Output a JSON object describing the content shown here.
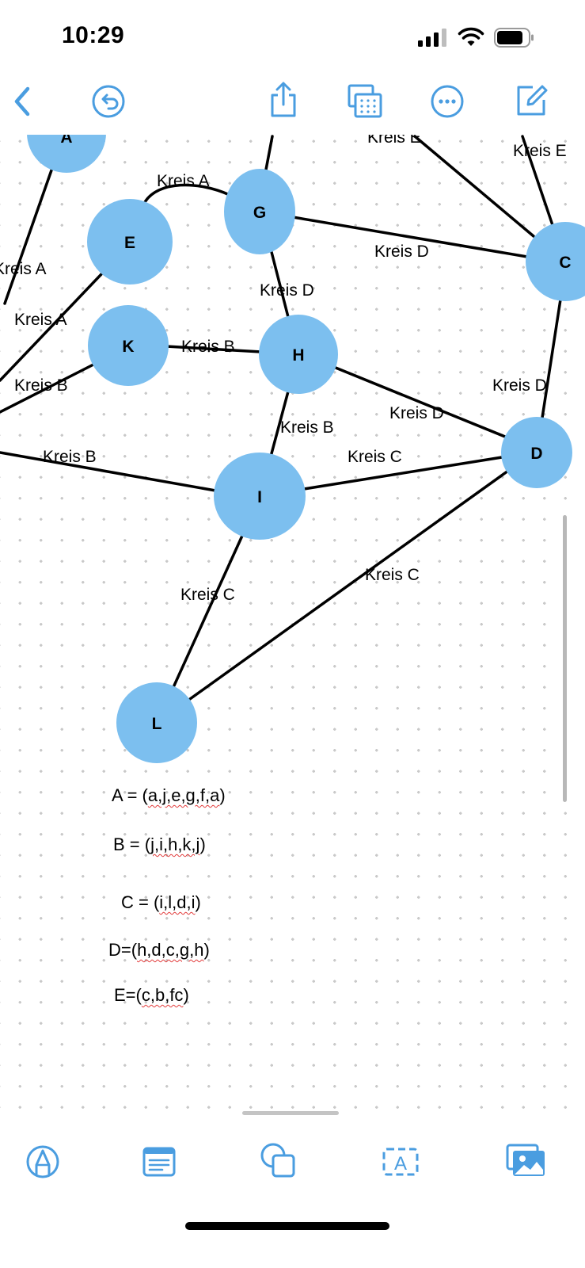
{
  "status_bar": {
    "time": "10:29"
  },
  "toolbar": {
    "icons": [
      "back-chevron-icon",
      "undo-icon",
      "share-icon",
      "grid-overlay-icon",
      "more-icon",
      "compose-icon"
    ]
  },
  "accent_color": "#4a9de0",
  "node_color": "#7cbfef",
  "graph": {
    "nodes": [
      "A",
      "E",
      "G",
      "K",
      "H",
      "C",
      "D",
      "I",
      "L"
    ],
    "edge_labels": [
      "Kreis A",
      "Kreis A",
      "Kreis A",
      "Kreis B",
      "Kreis B",
      "Kreis B",
      "Kreis B",
      "Kreis C",
      "Kreis C",
      "Kreis C",
      "Kreis D",
      "Kreis D",
      "Kreis D",
      "Kreis D",
      "Kreis E",
      "Kreis E"
    ]
  },
  "formulas": {
    "a": {
      "prefix": "A = (",
      "sq": "a,j,e,g,f,a",
      "suffix": ")"
    },
    "b": {
      "prefix": "B = (",
      "sq": "j,i,h,k,j",
      "suffix": ")"
    },
    "c": {
      "prefix": "C = (",
      "sq": "i,l,d,i",
      "suffix": ")"
    },
    "d": {
      "prefix": "D=(",
      "sq": "h,d,c,g,h",
      "suffix": ")"
    },
    "e": {
      "prefix": "E=(",
      "sq": "c,b,fc",
      "suffix": ")"
    }
  },
  "bottom_toolbar": {
    "icons": [
      "pen-icon",
      "note-icon",
      "shapes-icon",
      "text-box-icon",
      "photo-icon"
    ]
  }
}
